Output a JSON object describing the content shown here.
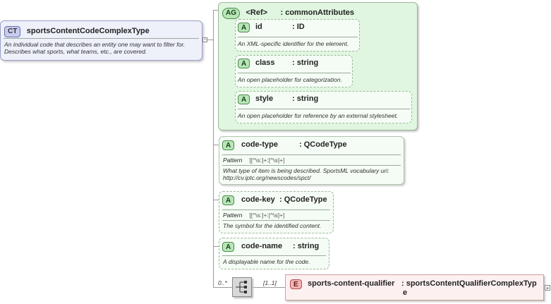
{
  "complex_type": {
    "badge": "CT",
    "name": "sportsContentCodeComplexType",
    "description": "An individual code that describes an entity one may want to filter for. Describes what sports, what teams, etc., are covered."
  },
  "attribute_group": {
    "badge": "AG",
    "ref_label": "<Ref>",
    "type": ": commonAttributes",
    "attributes": [
      {
        "badge": "A",
        "name": "id",
        "type": ": ID",
        "description": "An XML-specific identifier for the element."
      },
      {
        "badge": "A",
        "name": "class",
        "type": ": string",
        "description": "An open placeholder for categorization."
      },
      {
        "badge": "A",
        "name": "style",
        "type": ": string",
        "description": "An open placeholder for reference by an external stylesheet."
      }
    ]
  },
  "attributes": [
    {
      "badge": "A",
      "name": "code-type",
      "type": ": QCodeType",
      "pattern_label": "Pattern",
      "pattern": "[[^\\s:]+:[^\\s]+]",
      "description": "What type of item is being described. SportsML vocabulary uri: http://cv.iptc.org/newscodes/spct/"
    },
    {
      "badge": "A",
      "name": "code-key",
      "type": ": QCodeType",
      "pattern_label": "Pattern",
      "pattern": "[[^\\s:]+:[^\\s]+]",
      "description": "The symbol for the identified content."
    },
    {
      "badge": "A",
      "name": "code-name",
      "type": ": string",
      "description": "A displayable name for the code."
    }
  ],
  "sequence": {
    "multiplicity": "0..*",
    "child_multiplicity": "[1..1]"
  },
  "element": {
    "badge": "E",
    "name": "sports-content-qualifier",
    "type": ": sportsContentQualifierComplexTyp",
    "type_wrap": "e"
  }
}
